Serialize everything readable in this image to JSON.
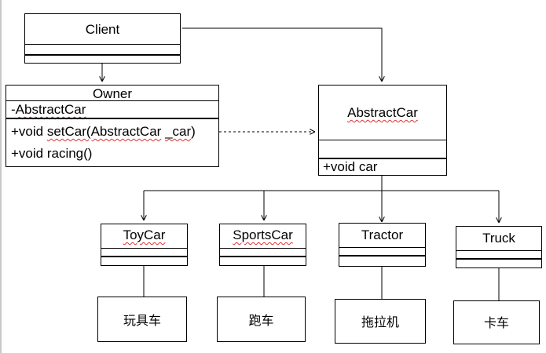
{
  "classes": {
    "client": {
      "name": "Client"
    },
    "owner": {
      "name": "Owner",
      "attribute": "-AbstractCar",
      "methods": [
        "+void setCar(AbstractCar _car)",
        "+void racing()"
      ]
    },
    "abstract_car": {
      "name": "AbstractCar",
      "method": "+void car"
    },
    "toy_car": {
      "name": "ToyCar"
    },
    "sports_car": {
      "name": "SportsCar"
    },
    "tractor": {
      "name": "Tractor"
    },
    "truck": {
      "name": "Truck"
    }
  },
  "notes": {
    "toy_car": "玩具车",
    "sports_car": "跑车",
    "tractor": "拖拉机",
    "truck": "卡车"
  }
}
